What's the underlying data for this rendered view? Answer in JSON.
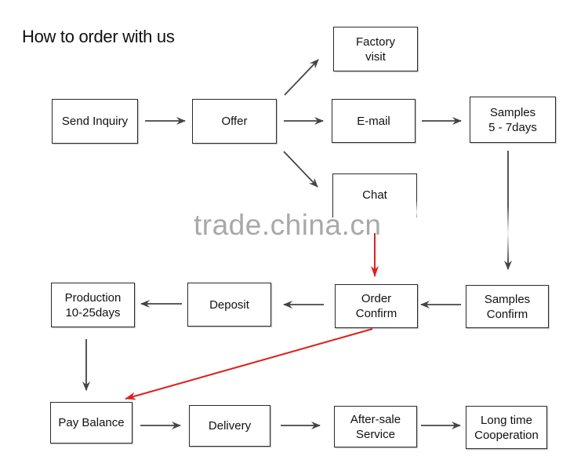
{
  "title": "How to order with us",
  "watermark": "trade.china.cn",
  "colors": {
    "box_border": "#2a2a2a",
    "arrow": "#444444",
    "highlight_arrow": "#e02020",
    "watermark": "#a9a9a9"
  },
  "steps": {
    "send_inquiry": "Send Inquiry",
    "offer": "Offer",
    "factory_visit": "Factory\nvisit",
    "email": "E-mail",
    "chat": "Chat",
    "samples": "Samples\n5 - 7days",
    "samples_confirm": "Samples\nConfirm",
    "order_confirm": "Order\nConfirm",
    "deposit": "Deposit",
    "production": "Production\n10-25days",
    "pay_balance": "Pay Balance",
    "delivery": "Delivery",
    "after_sale": "After-sale\nService",
    "long_time": "Long time\nCooperation"
  },
  "flows": [
    {
      "from": "send_inquiry",
      "to": "offer"
    },
    {
      "from": "offer",
      "to": "factory_visit"
    },
    {
      "from": "offer",
      "to": "email"
    },
    {
      "from": "offer",
      "to": "chat"
    },
    {
      "from": "email",
      "to": "samples"
    },
    {
      "from": "samples",
      "to": "samples_confirm"
    },
    {
      "from": "samples_confirm",
      "to": "order_confirm"
    },
    {
      "from": "chat",
      "to": "order_confirm",
      "highlight": true
    },
    {
      "from": "order_confirm",
      "to": "deposit"
    },
    {
      "from": "deposit",
      "to": "production"
    },
    {
      "from": "production",
      "to": "pay_balance"
    },
    {
      "from": "order_confirm",
      "to": "pay_balance",
      "highlight": true
    },
    {
      "from": "pay_balance",
      "to": "delivery"
    },
    {
      "from": "delivery",
      "to": "after_sale"
    },
    {
      "from": "after_sale",
      "to": "long_time"
    }
  ]
}
